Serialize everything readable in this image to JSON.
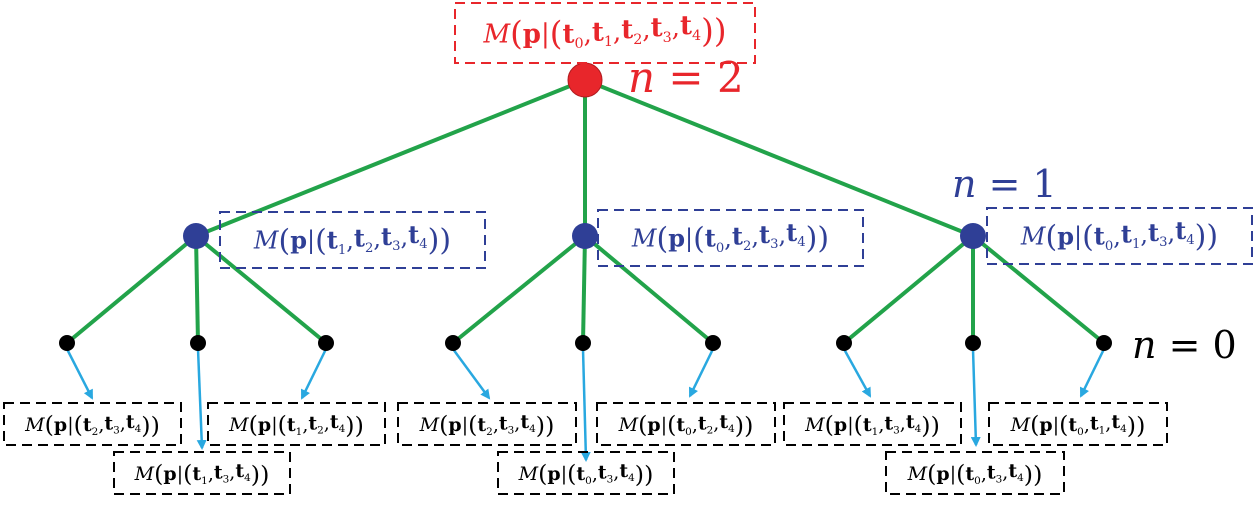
{
  "colors": {
    "edge": "#22a34a",
    "arrow": "#29a8e0",
    "root": "#e8262b",
    "mid": "#2f3f96",
    "leaf": "#000000",
    "root_label": "#e8262b",
    "mid_label": "#2f3f96",
    "leaf_label": "#000000"
  },
  "levels": {
    "root": "n = 2",
    "mid": "n = 1",
    "leaf": "n = 0"
  },
  "root": {
    "label": {
      "fn": "M",
      "p": "p",
      "sep": "|",
      "sets": [
        "0",
        "1",
        "2",
        "3",
        "4"
      ]
    }
  },
  "mid": [
    {
      "label": {
        "fn": "M",
        "p": "p",
        "sep": "|",
        "sets": [
          "1",
          "2",
          "3",
          "4"
        ]
      }
    },
    {
      "label": {
        "fn": "M",
        "p": "p",
        "sep": "|",
        "sets": [
          "0",
          "2",
          "3",
          "4"
        ]
      }
    },
    {
      "label": {
        "fn": "M",
        "p": "p",
        "sep": "|",
        "sets": [
          "0",
          "1",
          "3",
          "4"
        ]
      }
    }
  ],
  "leaves": [
    {
      "label": {
        "fn": "M",
        "p": "p",
        "sep": "|",
        "sets": [
          "2",
          "3",
          "4"
        ]
      }
    },
    {
      "label": {
        "fn": "M",
        "p": "p",
        "sep": "|",
        "sets": [
          "1",
          "3",
          "4"
        ]
      }
    },
    {
      "label": {
        "fn": "M",
        "p": "p",
        "sep": "|",
        "sets": [
          "1",
          "2",
          "4"
        ]
      }
    },
    {
      "label": {
        "fn": "M",
        "p": "p",
        "sep": "|",
        "sets": [
          "2",
          "3",
          "4"
        ]
      }
    },
    {
      "label": {
        "fn": "M",
        "p": "p",
        "sep": "|",
        "sets": [
          "0",
          "3",
          "4"
        ]
      }
    },
    {
      "label": {
        "fn": "M",
        "p": "p",
        "sep": "|",
        "sets": [
          "0",
          "2",
          "4"
        ]
      }
    },
    {
      "label": {
        "fn": "M",
        "p": "p",
        "sep": "|",
        "sets": [
          "1",
          "3",
          "4"
        ]
      }
    },
    {
      "label": {
        "fn": "M",
        "p": "p",
        "sep": "|",
        "sets": [
          "0",
          "3",
          "4"
        ]
      }
    },
    {
      "label": {
        "fn": "M",
        "p": "p",
        "sep": "|",
        "sets": [
          "0",
          "1",
          "4"
        ]
      }
    }
  ]
}
